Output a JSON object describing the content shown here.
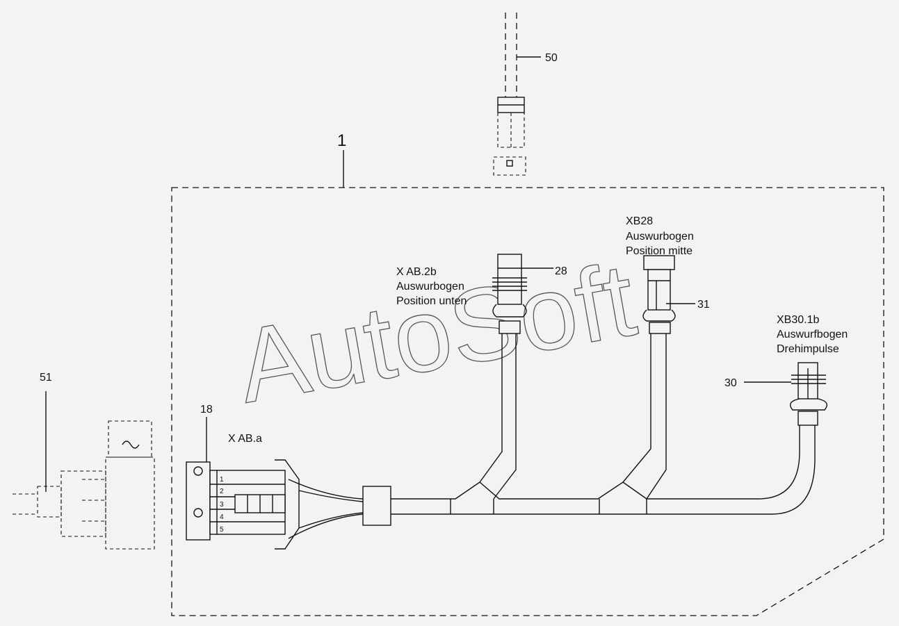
{
  "watermark": "AutoSoft",
  "assembly_number": "1",
  "callouts": {
    "c50": "50",
    "c51": "51",
    "c18": "18",
    "c28": "28",
    "c31": "31",
    "c30": "30"
  },
  "connectors": {
    "xab_a": {
      "name": "X AB.a"
    },
    "xab_2b": {
      "name": "X AB.2b",
      "line1": "Auswurbogen",
      "line2": "Position unten"
    },
    "xb28": {
      "name": "XB28",
      "line1": "Auswurbogen",
      "line2": "Position mitte"
    },
    "xb30_1b": {
      "name": "XB30.1b",
      "line1": "Auswurfbogen",
      "line2": "Drehimpulse"
    }
  },
  "pins": [
    "1",
    "2",
    "3",
    "4",
    "5"
  ],
  "colors": {
    "line": "#111111",
    "background": "#f3f3f3",
    "watermark": "#555555"
  }
}
